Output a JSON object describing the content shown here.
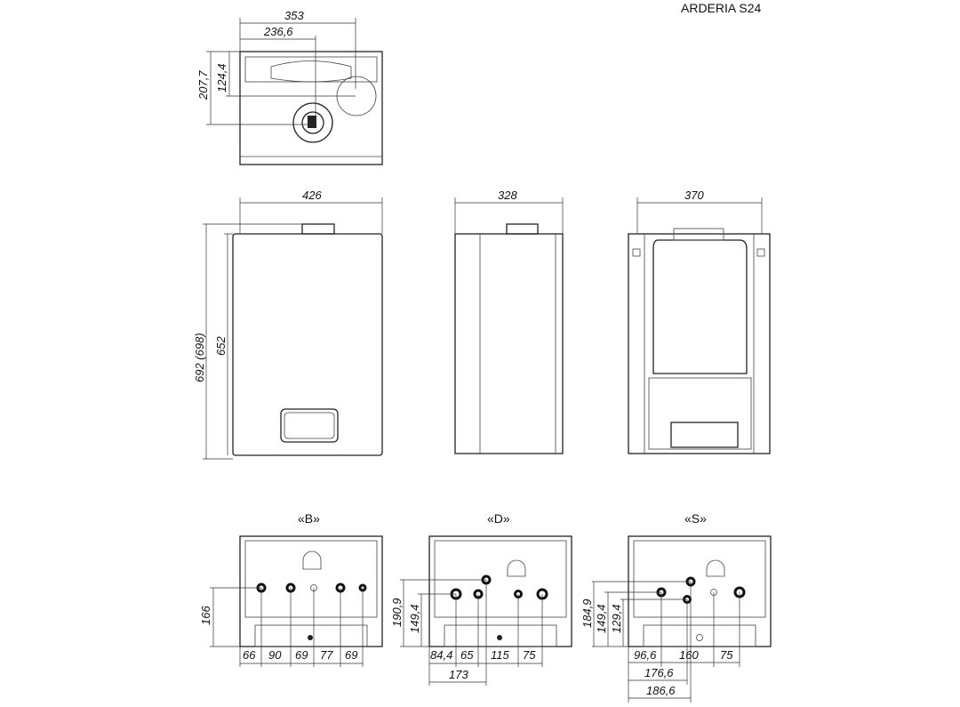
{
  "title": "ARDERIA S24",
  "top_view": {
    "width": "353",
    "offset": "236,6",
    "depth": "207,7",
    "depth_offset": "124,4"
  },
  "front_view": {
    "width": "426",
    "height_total": "692 (698)",
    "height_body": "652"
  },
  "side_view": {
    "depth": "328"
  },
  "back_view": {
    "width": "370"
  },
  "bottom_views": [
    {
      "label": "«B»",
      "height": "166",
      "spacings": [
        "66",
        "90",
        "69",
        "77",
        "69"
      ]
    },
    {
      "label": "«D»",
      "heights": [
        "190,9",
        "149,4"
      ],
      "spacings": [
        "84,4",
        "65",
        "115",
        "75"
      ],
      "total": "173"
    },
    {
      "label": "«S»",
      "heights": [
        "184,9",
        "149,4",
        "129,4"
      ],
      "spacings": [
        "96,6",
        "160",
        "75"
      ],
      "totals": [
        "176,6",
        "186,6"
      ]
    }
  ]
}
